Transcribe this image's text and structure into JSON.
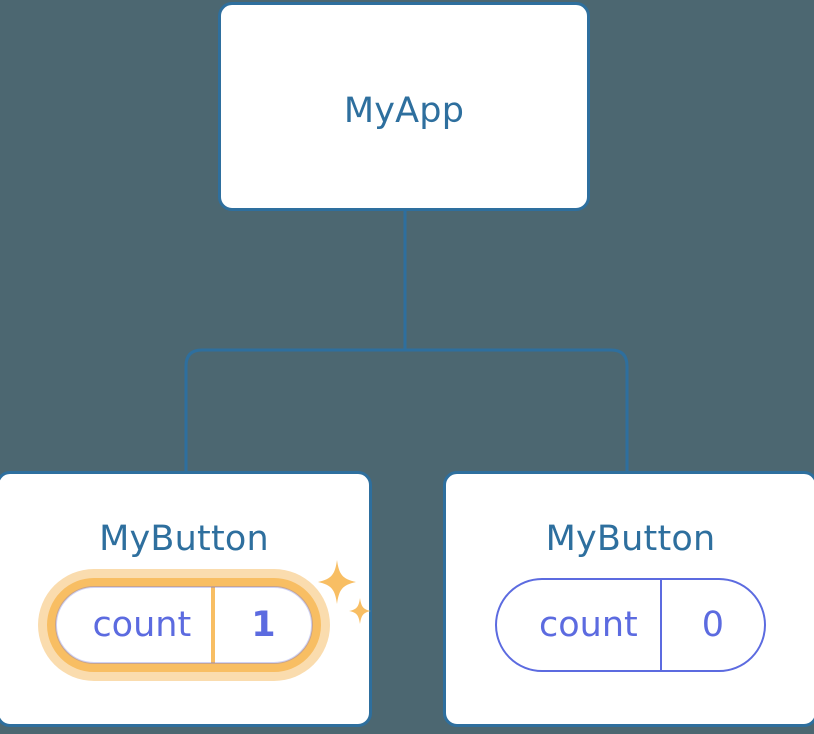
{
  "diagram": {
    "type": "component-tree",
    "background_color": "#4C6771",
    "node_border_color": "#2E6F9E",
    "node_title_color": "#2E6F9E",
    "prop_color": "#5C6BE0",
    "highlight_color": "#F8BE63",
    "highlight_glow_color": "#FADCAE",
    "connector_color": "#2E6F9E"
  },
  "root": {
    "title": "MyApp"
  },
  "children": [
    {
      "title": "MyButton",
      "prop": {
        "key": "count",
        "value": "1"
      },
      "highlighted": true,
      "sparkle_icons": [
        "sparkle-large-icon",
        "sparkle-small-icon"
      ]
    },
    {
      "title": "MyButton",
      "prop": {
        "key": "count",
        "value": "0"
      },
      "highlighted": false,
      "sparkle_icons": []
    }
  ]
}
